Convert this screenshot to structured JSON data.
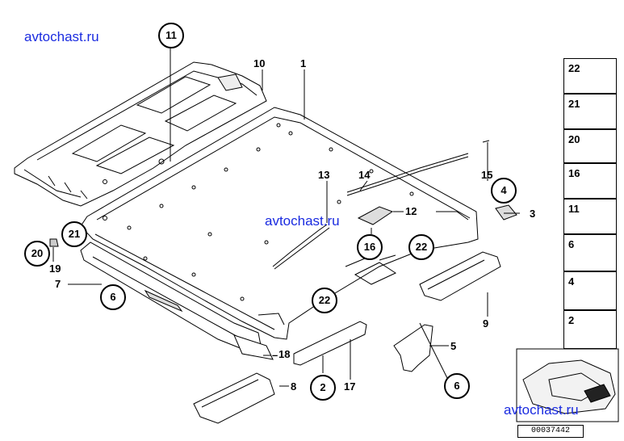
{
  "watermarks": [
    "avtochast.ru",
    "avtochast.ru",
    "avtochast.ru"
  ],
  "colors": {
    "watermark": "#1a2be0",
    "line": "#000000"
  },
  "plain_labels": [
    "1",
    "10",
    "13",
    "14",
    "15",
    "12",
    "3",
    "7",
    "19",
    "9",
    "5",
    "18",
    "8",
    "17"
  ],
  "circled_labels": [
    "11",
    "21",
    "20",
    "6",
    "4",
    "16",
    "22",
    "22",
    "2",
    "6"
  ],
  "side_panel_numbers": [
    "22",
    "21",
    "20",
    "16",
    "11",
    "6",
    "4",
    "2"
  ],
  "diagram_ref": "00037442"
}
